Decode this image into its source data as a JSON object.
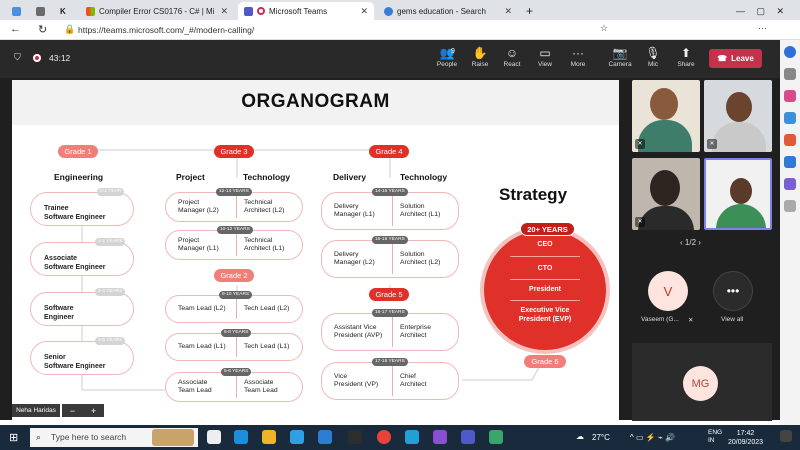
{
  "browser": {
    "tabs": [
      {
        "label": "",
        "color": "#4a8fe0"
      },
      {
        "label": "",
        "color": "#6a6a6a"
      },
      {
        "label": "K",
        "color": ""
      },
      {
        "label": "Compiler Error CS0176 - C# | Mi",
        "color": "#f25022"
      },
      {
        "label": "Microsoft Teams",
        "color": "#5059c9"
      },
      {
        "label": "gems education - Search",
        "color": "#3a7bd5"
      }
    ],
    "url": "https://teams.microsoft.com/_#/modern-calling/"
  },
  "teams": {
    "timer": "43:12",
    "controls": [
      {
        "label": "People",
        "icon": "people-icon",
        "badge": "9"
      },
      {
        "label": "Raise",
        "icon": "hand-icon"
      },
      {
        "label": "React",
        "icon": "smile-icon"
      },
      {
        "label": "View",
        "icon": "view-icon"
      },
      {
        "label": "More",
        "icon": "more-icon"
      },
      {
        "label": "Camera",
        "icon": "camera-off-icon"
      },
      {
        "label": "Mic",
        "icon": "mic-off-icon"
      },
      {
        "label": "Share",
        "icon": "share-icon"
      }
    ],
    "leave_label": "Leave",
    "presenter": "Neha Haridas",
    "zoom_minus": "−",
    "zoom_plus": "+",
    "pager": "1/2",
    "participants": [
      {
        "name": "Vaseem (G...",
        "initial": "V"
      },
      {
        "name": "View all",
        "initial": "•••"
      },
      {
        "name": "",
        "initial": "MG"
      }
    ]
  },
  "slide": {
    "title": "ORGANOGRAM",
    "grades": [
      "Grade 1",
      "Grade 3",
      "Grade 4",
      "Grade 2",
      "Grade 5",
      "Grade 6"
    ],
    "headers": {
      "engineering": "Engineering",
      "project": "Project",
      "technology1": "Technology",
      "delivery": "Delivery",
      "technology2": "Technology"
    },
    "engineering_roles": [
      {
        "title": "Trainee\nSoftware Engineer",
        "years": "0-1 YEAR"
      },
      {
        "title": "Associate\nSoftware Engineer",
        "years": "1-2 YEARS"
      },
      {
        "title": "Software\nEngineer",
        "years": "2-4 YEARS"
      },
      {
        "title": "Senior\nSoftware Engineer",
        "years": "4-6 YEARS"
      }
    ],
    "grade3_pairs": [
      {
        "years": "12-14 YEARS",
        "left": "Project\nManager (L2)",
        "right": "Technical\nArchitect (L2)"
      },
      {
        "years": "10-12 YEARS",
        "left": "Project\nManager (L1)",
        "right": "Technical\nArchitect (L1)"
      }
    ],
    "grade2_pairs": [
      {
        "years": "8-10 YEARS",
        "left": "Team Lead (L2)",
        "right": "Tech Lead (L2)"
      },
      {
        "years": "6-8 YEARS",
        "left": "Team Lead (L1)",
        "right": "Tech Lead (L1)"
      },
      {
        "years": "5-6 YEARS",
        "left": "Associate\nTeam Lead",
        "right": "Associate\nTeam Lead"
      }
    ],
    "grade4_pairs": [
      {
        "years": "14-15 YEARS",
        "left": "Delivery\nManager (L1)",
        "right": "Solution\nArchitect (L1)"
      },
      {
        "years": "15-16 YEARS",
        "left": "Delivery\nManager (L2)",
        "right": "Solution\nArchitect (L2)"
      }
    ],
    "grade5_pairs": [
      {
        "years": "16-17 YEARS",
        "left": "Assistant Vice\nPresident (AVP)",
        "right": "Enterprise\nArchitect"
      },
      {
        "years": "17-18 YEARS",
        "left": "Vice\nPresident (VP)",
        "right": "Chief\nArchitect"
      }
    ],
    "strategy": {
      "title": "Strategy",
      "years": "20+ YEARS",
      "roles": [
        "CEO",
        "CTO",
        "President",
        "Executive Vice\nPresident (EVP)"
      ]
    }
  },
  "taskbar": {
    "search_placeholder": "Type here to search",
    "weather": "27°C",
    "lang": "ENG\nIN",
    "time": "17:42",
    "date": "20/09/2023"
  }
}
